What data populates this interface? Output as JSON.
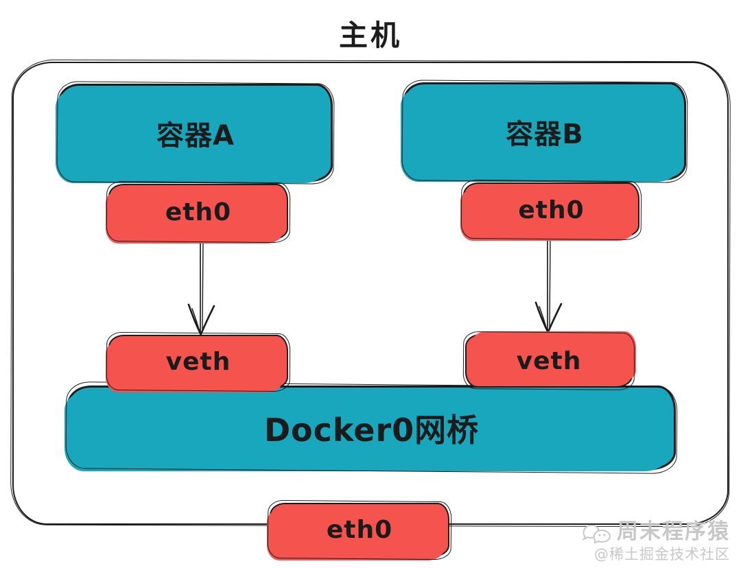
{
  "diagram": {
    "title": "主机",
    "containers": [
      {
        "id": "A",
        "label": "容器A"
      },
      {
        "id": "B",
        "label": "容器B"
      }
    ],
    "interfaces": {
      "eth0_container_a": "eth0",
      "eth0_container_b": "eth0",
      "veth_a": "veth",
      "veth_b": "veth",
      "host_eth0": "eth0"
    },
    "bridge_label": "Docker0网桥",
    "edges": [
      {
        "from": "eth0_container_a",
        "to": "veth_a",
        "style": "arrow-down"
      },
      {
        "from": "eth0_container_b",
        "to": "veth_b",
        "style": "arrow-down"
      }
    ]
  },
  "watermark": {
    "icon": "wechat-icon",
    "line1": "周末程序猿",
    "line2": "@稀土掘金技术社区"
  },
  "colors": {
    "teal": "#18A7BC",
    "red": "#F5544E",
    "stroke": "#1b1b1b",
    "watermark_gray": "#c7c7c7"
  }
}
